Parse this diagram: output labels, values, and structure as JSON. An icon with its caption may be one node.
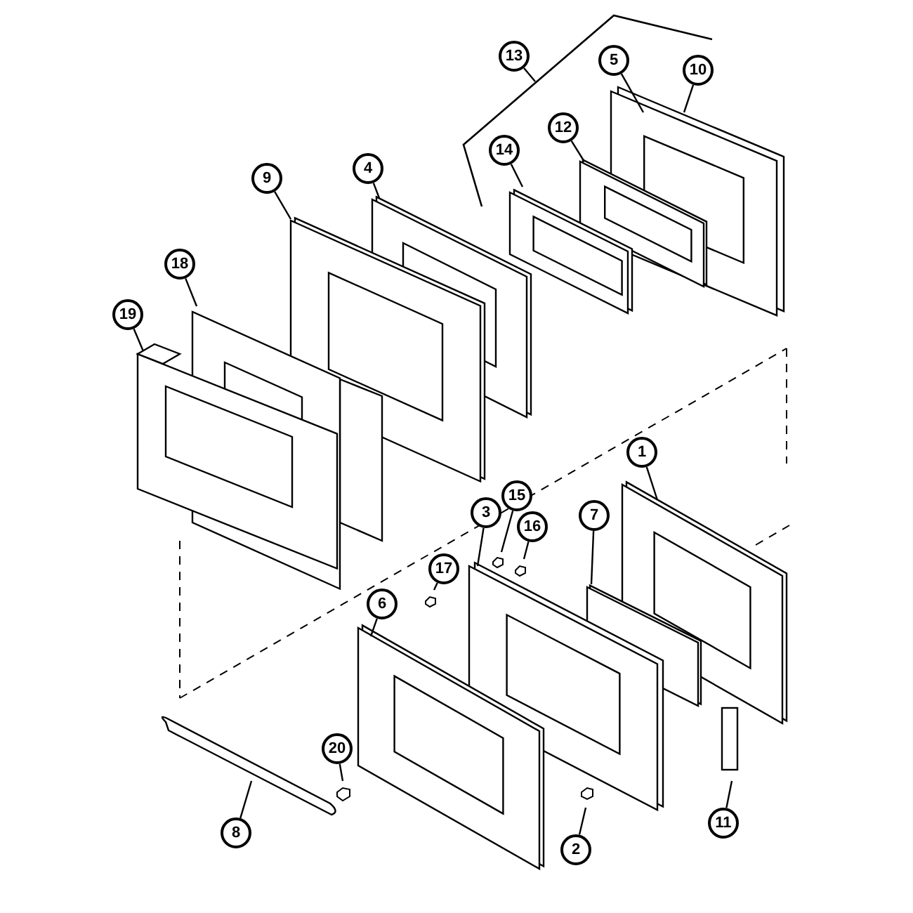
{
  "diagram": {
    "nodes": [
      {
        "text": [
          "13"
        ]
      },
      {
        "text": [
          "5"
        ]
      },
      {
        "text": [
          "10"
        ]
      },
      {
        "text": [
          "12"
        ]
      },
      {
        "text": [
          "14"
        ]
      },
      {
        "text": [
          "9"
        ]
      },
      {
        "text": [
          "4"
        ]
      },
      {
        "text": [
          "18"
        ]
      },
      {
        "text": [
          "19"
        ]
      },
      {
        "text": [
          "1"
        ]
      },
      {
        "text": [
          "15"
        ]
      },
      {
        "text": [
          "3"
        ]
      },
      {
        "text": [
          "16"
        ]
      },
      {
        "text": [
          "7"
        ]
      },
      {
        "text": [
          "17"
        ]
      },
      {
        "text": [
          "6"
        ]
      },
      {
        "text": [
          "20"
        ]
      },
      {
        "text": [
          "2"
        ]
      },
      {
        "text": [
          "8"
        ]
      },
      {
        "text": [
          "11"
        ]
      }
    ],
    "edges": [
      {
        "from": 0,
        "to": null,
        "arrow": "none"
      },
      {
        "from": 1,
        "to": null,
        "arrow": "none"
      },
      {
        "from": 2,
        "to": null,
        "arrow": "none"
      },
      {
        "from": 3,
        "to": null,
        "arrow": "none"
      },
      {
        "from": 4,
        "to": null,
        "arrow": "none"
      },
      {
        "from": 5,
        "to": null,
        "arrow": "none"
      },
      {
        "from": 6,
        "to": null,
        "arrow": "none"
      },
      {
        "from": 7,
        "to": null,
        "arrow": "none"
      },
      {
        "from": 8,
        "to": null,
        "arrow": "none"
      },
      {
        "from": 9,
        "to": null,
        "arrow": "none"
      },
      {
        "from": 10,
        "to": null,
        "arrow": "none"
      },
      {
        "from": 11,
        "to": null,
        "arrow": "none"
      },
      {
        "from": 12,
        "to": null,
        "arrow": "none"
      },
      {
        "from": 13,
        "to": null,
        "arrow": "none"
      },
      {
        "from": 14,
        "to": null,
        "arrow": "none"
      },
      {
        "from": 15,
        "to": null,
        "arrow": "none"
      },
      {
        "from": 16,
        "to": null,
        "arrow": "none"
      },
      {
        "from": 17,
        "to": null,
        "arrow": "none"
      },
      {
        "from": 18,
        "to": null,
        "arrow": "none"
      },
      {
        "from": 19,
        "to": null,
        "arrow": "none"
      }
    ]
  }
}
